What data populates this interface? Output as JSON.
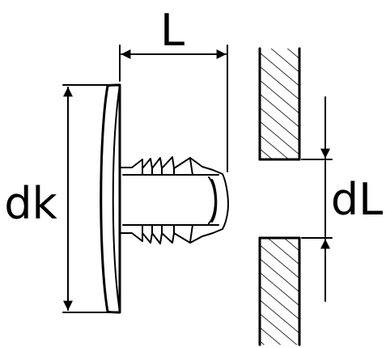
{
  "labels": {
    "length": "L",
    "head_diameter": "dk",
    "hole_diameter": "dL"
  },
  "colors": {
    "line": "#000000",
    "background": "#ffffff"
  }
}
